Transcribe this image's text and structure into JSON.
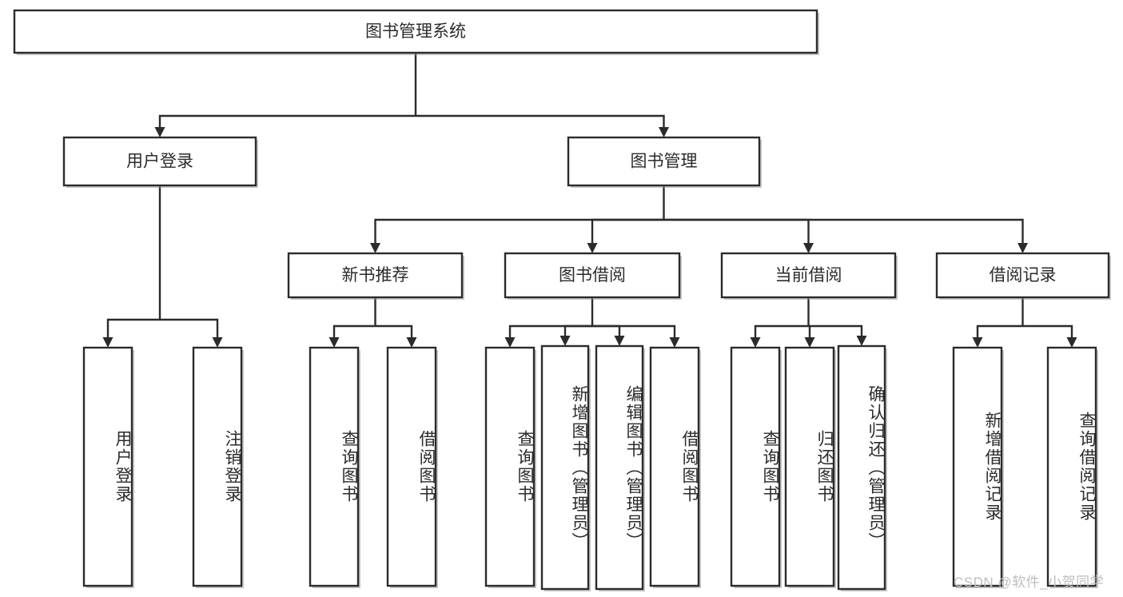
{
  "title": "图书管理系统功能结构图",
  "colors": {
    "stroke": "#2b2b2b",
    "fill": "#ffffff",
    "shadow": "#9a9a9a",
    "watermark": "#bdbdbd",
    "background": "#ffffff"
  },
  "watermark": {
    "text": "CSDN @软件_小贺同学"
  },
  "chart_data": {
    "type": "tree",
    "title": "图书管理系统",
    "orientation": "top-down",
    "levels": 4,
    "root": {
      "label": "图书管理系统",
      "children": [
        {
          "label": "用户登录",
          "children": [
            {
              "label": "用户登录"
            },
            {
              "label": "注销登录"
            }
          ]
        },
        {
          "label": "图书管理",
          "children": [
            {
              "label": "新书推荐",
              "children": [
                {
                  "label": "查询图书"
                },
                {
                  "label": "借阅图书"
                }
              ]
            },
            {
              "label": "图书借阅",
              "children": [
                {
                  "label": "查询图书"
                },
                {
                  "label": "新增图书（管理员）"
                },
                {
                  "label": "编辑图书（管理员）"
                },
                {
                  "label": "借阅图书"
                }
              ]
            },
            {
              "label": "当前借阅",
              "children": [
                {
                  "label": "查询图书"
                },
                {
                  "label": "归还图书"
                },
                {
                  "label": "确认归还（管理员）"
                }
              ]
            },
            {
              "label": "借阅记录",
              "children": [
                {
                  "label": "新增借阅记录"
                },
                {
                  "label": "查询借阅记录"
                }
              ]
            }
          ]
        }
      ]
    }
  },
  "nodes": {
    "root": {
      "label": "图书管理系统"
    },
    "level2": [
      {
        "id": "user-login",
        "label": "用户登录"
      },
      {
        "id": "book-manage",
        "label": "图书管理"
      }
    ],
    "level3": [
      {
        "id": "new-book-rec",
        "label": "新书推荐"
      },
      {
        "id": "book-borrow",
        "label": "图书借阅"
      },
      {
        "id": "current-borrow",
        "label": "当前借阅"
      },
      {
        "id": "borrow-record",
        "label": "借阅记录"
      }
    ],
    "leaves": [
      {
        "id": "leaf-user-login",
        "label": "用户登录"
      },
      {
        "id": "leaf-logout",
        "label": "注销登录"
      },
      {
        "id": "leaf-query-book-1",
        "label": "查询图书"
      },
      {
        "id": "leaf-borrow-book-1",
        "label": "借阅图书"
      },
      {
        "id": "leaf-query-book-2",
        "label": "查询图书"
      },
      {
        "id": "leaf-add-book",
        "label": "新增图书（管理员）"
      },
      {
        "id": "leaf-edit-book",
        "label": "编辑图书（管理员）"
      },
      {
        "id": "leaf-borrow-book-2",
        "label": "借阅图书"
      },
      {
        "id": "leaf-query-book-3",
        "label": "查询图书"
      },
      {
        "id": "leaf-return-book",
        "label": "归还图书"
      },
      {
        "id": "leaf-confirm-return",
        "label": "确认归还（管理员）"
      },
      {
        "id": "leaf-add-record",
        "label": "新增借阅记录"
      },
      {
        "id": "leaf-query-record",
        "label": "查询借阅记录"
      }
    ]
  }
}
